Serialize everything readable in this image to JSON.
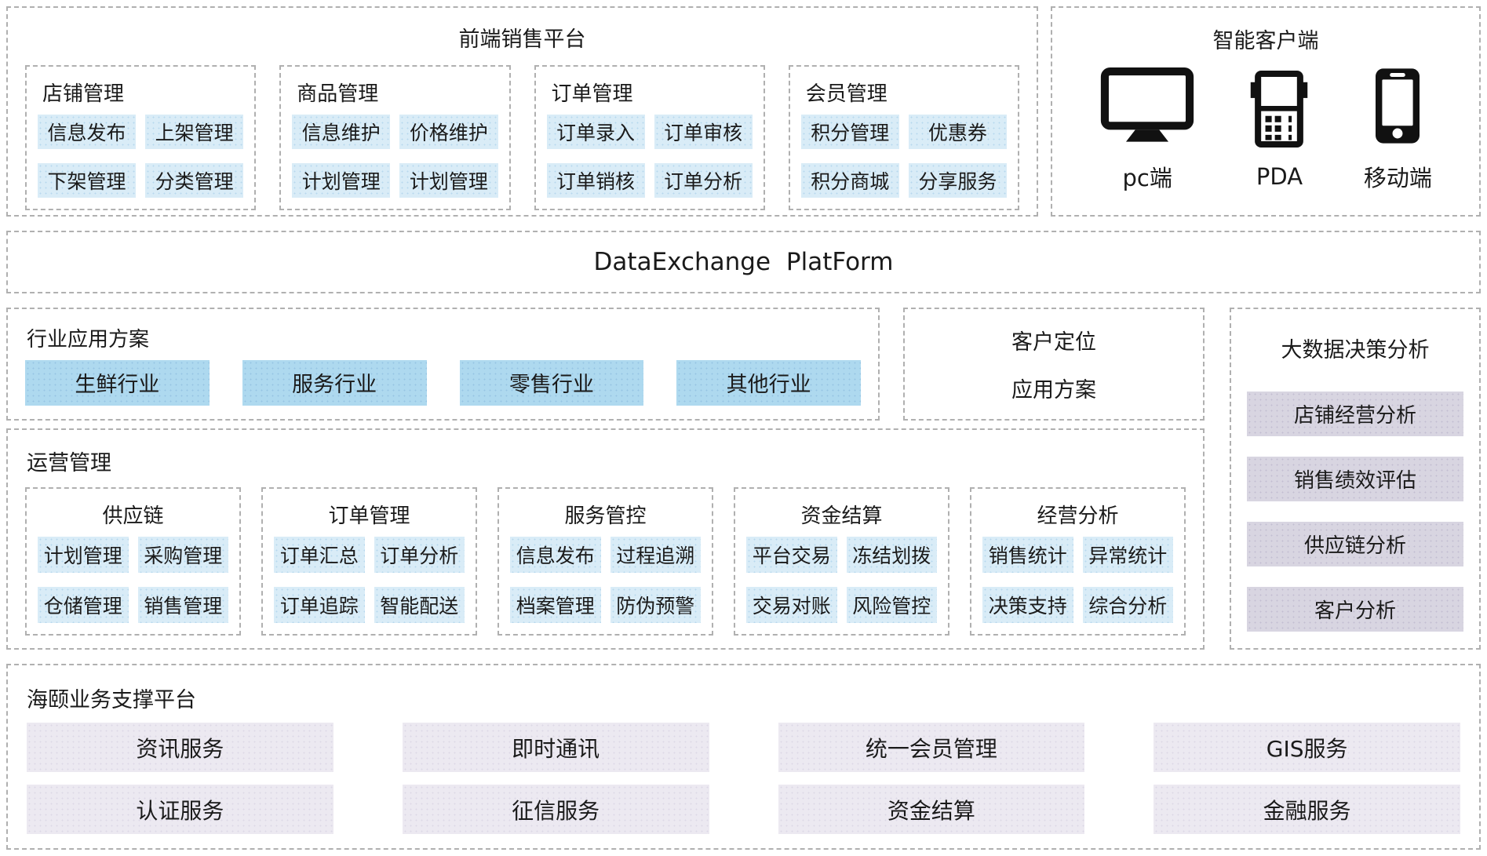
{
  "front": {
    "title": "前端销售平台",
    "groups": [
      {
        "title": "店铺管理",
        "items": [
          "信息发布",
          "上架管理",
          "下架管理",
          "分类管理"
        ]
      },
      {
        "title": "商品管理",
        "items": [
          "信息维护",
          "价格维护",
          "计划管理",
          "计划管理"
        ]
      },
      {
        "title": "订单管理",
        "items": [
          "订单录入",
          "订单审核",
          "订单销核",
          "订单分析"
        ]
      },
      {
        "title": "会员管理",
        "items": [
          "积分管理",
          "优惠券",
          "积分商城",
          "分享服务"
        ]
      }
    ]
  },
  "client": {
    "title": "智能客户端",
    "devices": [
      {
        "label": "pc端",
        "icon": "monitor-icon"
      },
      {
        "label": "PDA",
        "icon": "pda-icon"
      },
      {
        "label": "移动端",
        "icon": "smartphone-icon"
      }
    ]
  },
  "dx": {
    "title": "DataExchange PlatForm"
  },
  "industry": {
    "title": "行业应用方案",
    "items": [
      "生鲜行业",
      "服务行业",
      "零售行业",
      "其他行业"
    ]
  },
  "positioning": {
    "line1": "客户定位",
    "line2": "应用方案"
  },
  "bigdata": {
    "title": "大数据决策分析",
    "items": [
      "店铺经营分析",
      "销售绩效评估",
      "供应链分析",
      "客户分析"
    ]
  },
  "ops": {
    "title": "运营管理",
    "groups": [
      {
        "title": "供应链",
        "items": [
          "计划管理",
          "采购管理",
          "仓储管理",
          "销售管理"
        ]
      },
      {
        "title": "订单管理",
        "items": [
          "订单汇总",
          "订单分析",
          "订单追踪",
          "智能配送"
        ]
      },
      {
        "title": "服务管控",
        "items": [
          "信息发布",
          "过程追溯",
          "档案管理",
          "防伪预警"
        ]
      },
      {
        "title": "资金结算",
        "items": [
          "平台交易",
          "冻结划拨",
          "交易对账",
          "风险管控"
        ]
      },
      {
        "title": "经营分析",
        "items": [
          "销售统计",
          "异常统计",
          "决策支持",
          "综合分析"
        ]
      }
    ]
  },
  "support": {
    "title": "海颐业务支撑平台",
    "items": [
      "资讯服务",
      "即时通讯",
      "统一会员管理",
      "GIS服务",
      "认证服务",
      "征信服务",
      "资金结算",
      "金融服务"
    ]
  },
  "colors": {
    "chip_blue_light": "#d9ecf7",
    "chip_blue_strong": "#aed9ef",
    "chip_lavender": "#d8d5e1",
    "chip_lavender_light": "#ece9f1",
    "dashed_border": "#b0b0b0",
    "text": "#1a1a1a"
  }
}
